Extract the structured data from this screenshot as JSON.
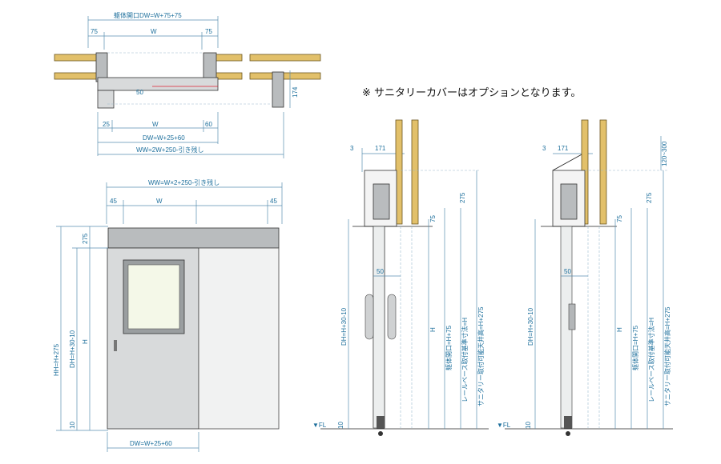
{
  "note": "※ サニタリーカバーはオプションとなります。",
  "plan": {
    "opening": "躯体開口DW=W+75+75",
    "w_75_left": "75",
    "w_label": "W",
    "w_75_right": "75",
    "d_50": "50",
    "d_174": "174",
    "b_25": "25",
    "b_w": "W",
    "b_60": "60",
    "dw": "DW=W+25+60",
    "ww": "WW=2W+250-引き残し"
  },
  "elevation": {
    "ww": "WW=W×2+250-引き残し",
    "left_45": "45",
    "w": "W",
    "right_45": "45",
    "v_275": "275",
    "hh": "HH=H+275",
    "dh": "DH=H+30-10",
    "h": "H",
    "v_10": "10",
    "dw": "DW=W+25+60"
  },
  "sections": [
    {
      "top_3": "3",
      "top_171": "171",
      "d_50": "50",
      "d_75": "75",
      "d_275": "275",
      "dh": "DH=H+30-10",
      "h": "H",
      "v1": "躯体開口=H+75",
      "v2": "レールベース取付基準寸法=H",
      "v3": "サニタリー取付可能天井高=H+275",
      "fl": "▼FL",
      "v_10": "10"
    },
    {
      "top_3": "3",
      "top_171": "171",
      "d_range": "120~300",
      "d_50": "50",
      "d_75": "75",
      "d_275": "275",
      "dh": "DH=H+30-10",
      "h": "H",
      "v1": "躯体開口=H+75",
      "v2": "レールベース取付基準寸法=H",
      "v3": "サニタリー取付可能天井高=H+275",
      "fl": "▼FL",
      "v_10": "10"
    }
  ]
}
